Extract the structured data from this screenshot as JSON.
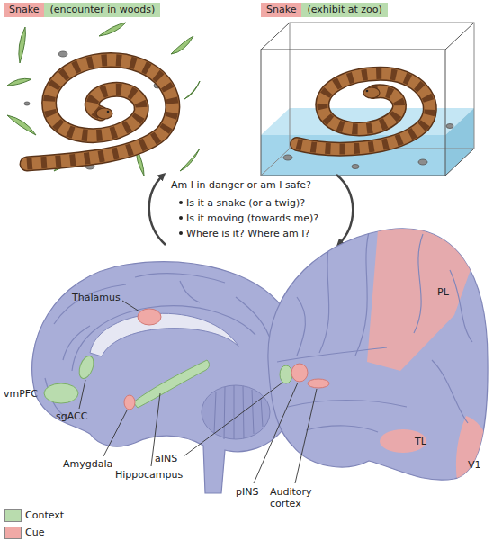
{
  "diagram": {
    "nodes": [
      {
        "text": [
          "Snake"
        ]
      },
      {
        "text": [
          "(encounter in woods)"
        ]
      },
      {
        "text": [
          "Snake"
        ]
      },
      {
        "text": [
          "(exhibit at zoo)"
        ]
      }
    ],
    "labels": [
      "Am I in danger or am I safe?",
      "Is it a snake (or a twig)?",
      "Is it moving (towards me)?",
      "Where is it? Where am I?",
      "Thalamus",
      "vmPFC",
      "sgACC",
      "Amygdala",
      "Hippocampus",
      "PL",
      "aINS",
      "pINS",
      "Auditory cortex",
      "TL",
      "V1"
    ],
    "legend": [
      {
        "text": "Context",
        "color": "#b9dcae"
      },
      {
        "text": "Cue",
        "color": "#f0a9a6"
      }
    ]
  }
}
